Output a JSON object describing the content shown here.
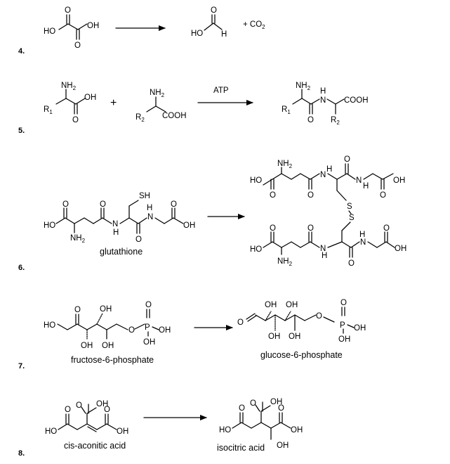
{
  "numbers": {
    "n4": "4.",
    "n5": "5.",
    "n6": "6.",
    "n7": "7.",
    "n8": "8."
  },
  "atoms": {
    "HO": "HO",
    "OH": "OH",
    "O": "O",
    "H": "H",
    "N": "N",
    "S": "S",
    "SH": "SH",
    "NH": "NH",
    "NH_sub": "2",
    "COOH": "COOH",
    "P": "P",
    "R": "R",
    "R1_sub": "1",
    "R2_sub": "2",
    "plus_co2": "+ CO",
    "co2_sub": "2",
    "plus": "+"
  },
  "labels": {
    "atp": "ATP",
    "glutathione": "glutathione",
    "fructose": "fructose-6-phosphate",
    "glucose": "glucose-6-phosphate",
    "cis_aconitic": "cis-aconitic acid",
    "isocitric": "isocitric acid"
  }
}
